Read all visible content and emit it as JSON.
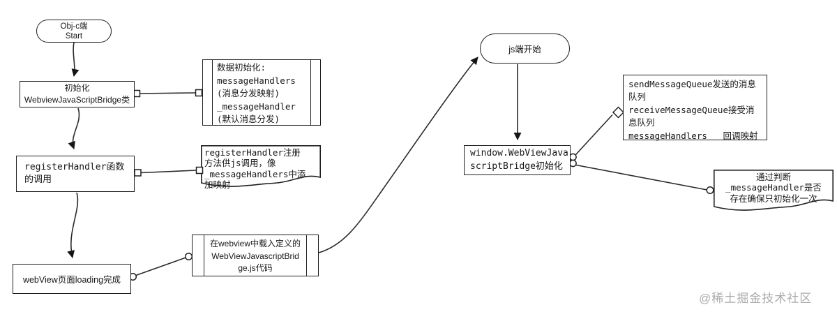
{
  "colors": {
    "stroke": "#1f1f1f",
    "text": "#171717",
    "background": "#ffffff",
    "watermark": "#ababab"
  },
  "nodes": {
    "start_objc": {
      "lines": [
        "Obj-c端",
        "Start"
      ]
    },
    "init_bridge_class": {
      "lines": [
        "初始化",
        "WebviewJavaScriptBridge类"
      ]
    },
    "note_data_init": {
      "lines": [
        "数据初始化:",
        "messageHandlers",
        "(消息分发映射)",
        "_messageHandler",
        "(默认消息分发)"
      ]
    },
    "register_handler_call": {
      "lines": [
        "registerHandler函数",
        "的调用"
      ]
    },
    "note_register_handler": {
      "lines": [
        "registerHandler注册",
        "方法供js调用，像",
        "_messageHandlers中添",
        "加映射"
      ]
    },
    "webview_loading_done": {
      "label": "webView页面loading完成"
    },
    "load_bridge_js": {
      "lines": [
        "在webview中载入定义的",
        "WebViewJavascriptBrid",
        "ge.js代码"
      ]
    },
    "start_js": {
      "label": "js端开始"
    },
    "window_bridge_init": {
      "lines": [
        "window.WebViewJava",
        "scriptBridge初始化"
      ]
    },
    "note_queues": {
      "lines": [
        "sendMessageQueue发送的消息",
        "队列",
        "receiveMessageQueue接受消",
        "息队列",
        "messageHandlers   回调映射"
      ]
    },
    "note_init_once": {
      "lines": [
        "通过判断",
        "_messageHandler是否",
        "存在确保只初始化一次"
      ]
    }
  },
  "watermark": {
    "label": "@稀土掘金技术社区"
  }
}
